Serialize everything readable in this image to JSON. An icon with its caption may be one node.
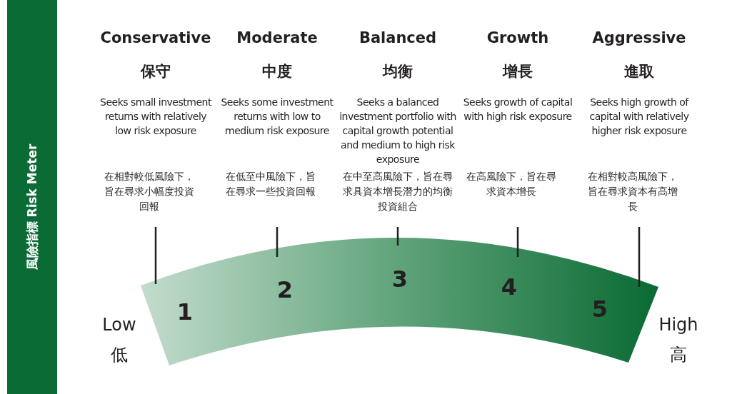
{
  "diagram": {
    "title": "風險指標 Risk Meter",
    "labels": [
      "Conservative",
      "Moderate",
      "Balanced",
      "Growth",
      "Aggressive",
      "保守",
      "中度",
      "均衡",
      "增長",
      "進取",
      "Seeks small investment returns with relatively low risk exposure",
      "Seeks some investment returns with low to medium risk exposure",
      "Seeks a balanced investment portfolio with capital growth potential and medium to high risk exposure",
      "Seeks growth of capital with high risk exposure",
      "Seeks high growth of capital with relatively higher risk exposure",
      "在相對較低風險下，旨在尋求小幅度投資回報",
      "在低至中風險下，旨在尋求一些投資回報",
      "在中至高風險下，旨在尋求具資本增長潛力的均衡投資組合",
      "在高風險下，旨在尋求資本增長",
      "在相對較高風險下，旨在尋求資本有高增長",
      "1",
      "2",
      "3",
      "4",
      "5",
      "Low",
      "低",
      "High",
      "高"
    ]
  }
}
